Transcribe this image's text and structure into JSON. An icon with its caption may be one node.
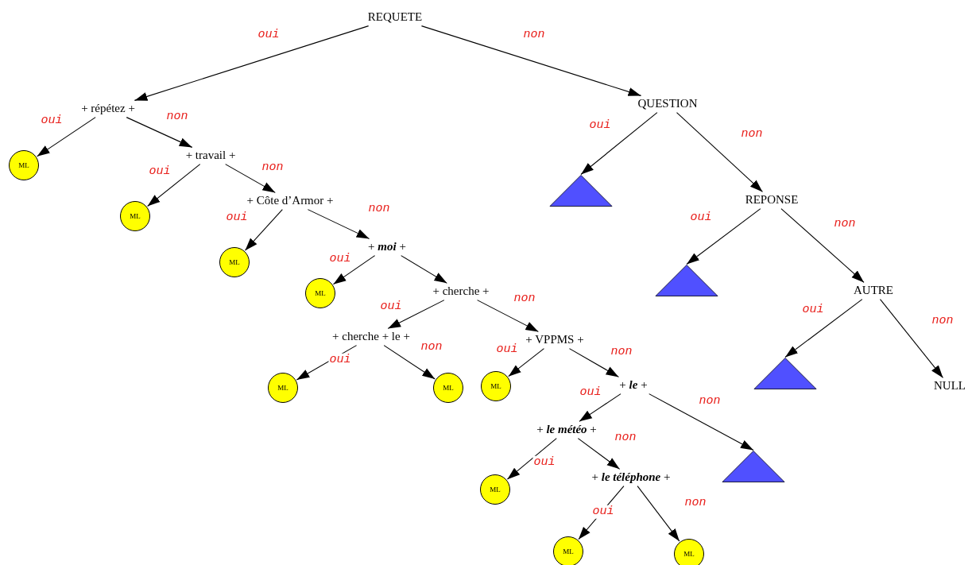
{
  "diagram": {
    "nodes": [
      {
        "text": [
          "REQUETE"
        ]
      },
      {
        "text": [
          "+ répétez +"
        ]
      },
      {
        "text": [
          "ML"
        ]
      },
      {
        "text": [
          "+ travail +"
        ]
      },
      {
        "text": [
          "ML"
        ]
      },
      {
        "text": [
          "+ Côte d’Armor +"
        ]
      },
      {
        "text": [
          "ML"
        ]
      },
      {
        "text": [
          "+ **moi** +"
        ]
      },
      {
        "text": [
          "ML"
        ]
      },
      {
        "text": [
          "+ cherche +"
        ]
      },
      {
        "text": [
          "+ cherche + le +"
        ]
      },
      {
        "text": [
          "ML"
        ]
      },
      {
        "text": [
          "ML"
        ]
      },
      {
        "text": [
          "+ VPPMS +"
        ]
      },
      {
        "text": [
          "ML"
        ]
      },
      {
        "text": [
          "+ **le** +"
        ]
      },
      {
        "text": [
          "+ **le météo** +"
        ]
      },
      {
        "text": [
          "ML"
        ]
      },
      {
        "text": [
          "+ **le téléphone** +"
        ]
      },
      {
        "text": [
          "ML"
        ]
      },
      {
        "text": [
          "ML"
        ]
      },
      {
        "text": [],
        "shape": "triangle"
      },
      {
        "text": [
          "QUESTION"
        ]
      },
      {
        "text": [],
        "shape": "triangle"
      },
      {
        "text": [
          "REPONSE"
        ]
      },
      {
        "text": [],
        "shape": "triangle"
      },
      {
        "text": [
          "AUTRE"
        ]
      },
      {
        "text": [],
        "shape": "triangle"
      },
      {
        "text": [
          "NULL"
        ]
      }
    ],
    "edges": [
      {
        "from": 0,
        "to": 1,
        "arrow": "to",
        "label": "oui"
      },
      {
        "from": 0,
        "to": 22,
        "arrow": "to",
        "label": "non"
      },
      {
        "from": 1,
        "to": 2,
        "arrow": "to",
        "label": "oui"
      },
      {
        "from": 1,
        "to": 3,
        "arrow": "to",
        "label": "non"
      },
      {
        "from": 3,
        "to": 4,
        "arrow": "to",
        "label": "oui"
      },
      {
        "from": 3,
        "to": 5,
        "arrow": "to",
        "label": "non"
      },
      {
        "from": 5,
        "to": 6,
        "arrow": "to",
        "label": "oui"
      },
      {
        "from": 5,
        "to": 7,
        "arrow": "to",
        "label": "non"
      },
      {
        "from": 7,
        "to": 8,
        "arrow": "to",
        "label": "oui"
      },
      {
        "from": 7,
        "to": 9,
        "arrow": "to"
      },
      {
        "from": 9,
        "to": 10,
        "arrow": "to",
        "label": "oui"
      },
      {
        "from": 9,
        "to": 13,
        "arrow": "to",
        "label": "non"
      },
      {
        "from": 10,
        "to": 11,
        "arrow": "to",
        "label": "oui"
      },
      {
        "from": 10,
        "to": 12,
        "arrow": "to",
        "label": "non"
      },
      {
        "from": 13,
        "to": 14,
        "arrow": "to",
        "label": "oui"
      },
      {
        "from": 13,
        "to": 15,
        "arrow": "to",
        "label": "non"
      },
      {
        "from": 15,
        "to": 16,
        "arrow": "to",
        "label": "oui"
      },
      {
        "from": 15,
        "to": 21,
        "arrow": "to",
        "label": "non"
      },
      {
        "from": 16,
        "to": 17,
        "arrow": "to",
        "label": "oui"
      },
      {
        "from": 16,
        "to": 18,
        "arrow": "to",
        "label": "non"
      },
      {
        "from": 18,
        "to": 19,
        "arrow": "to",
        "label": "oui"
      },
      {
        "from": 18,
        "to": 20,
        "arrow": "to",
        "label": "non"
      },
      {
        "from": 22,
        "to": 23,
        "arrow": "to",
        "label": "oui"
      },
      {
        "from": 22,
        "to": 24,
        "arrow": "to",
        "label": "non"
      },
      {
        "from": 24,
        "to": 25,
        "arrow": "to",
        "label": "oui"
      },
      {
        "from": 24,
        "to": 26,
        "arrow": "to",
        "label": "non"
      },
      {
        "from": 26,
        "to": 27,
        "arrow": "to",
        "label": "oui"
      },
      {
        "from": 26,
        "to": 28,
        "arrow": "to",
        "label": "non"
      }
    ]
  }
}
